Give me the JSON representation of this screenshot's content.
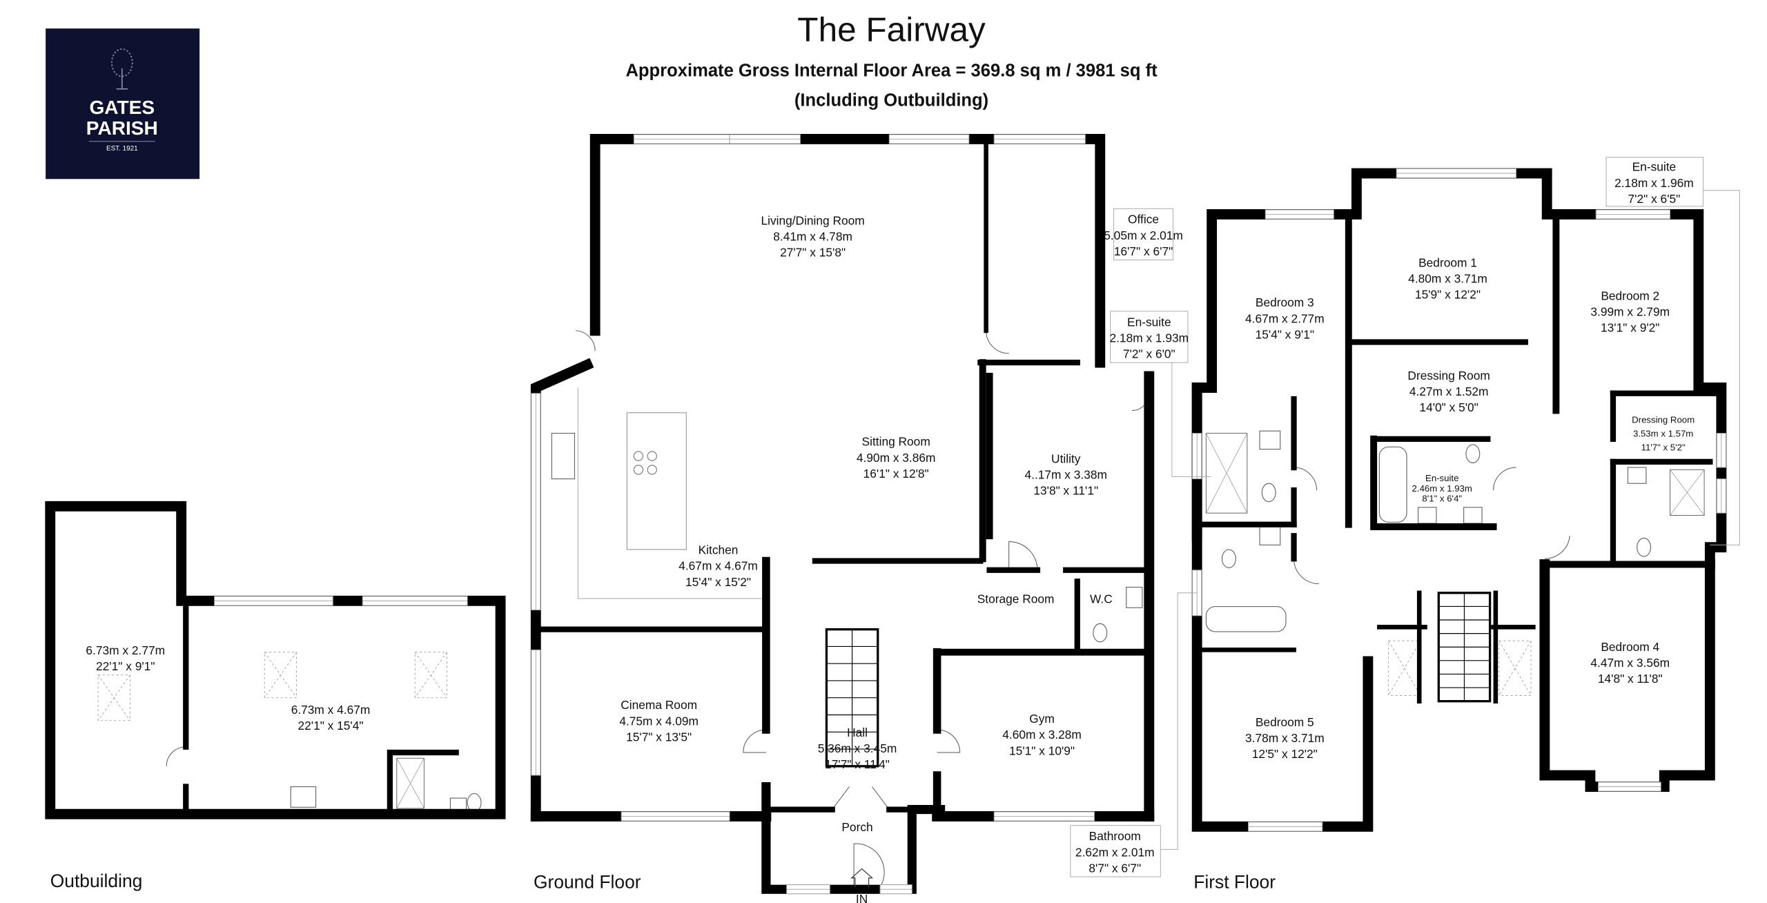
{
  "header": {
    "title": "The Fairway",
    "area": "Approximate Gross Internal Floor Area  = 369.8 sq m  / 3981 sq ft",
    "note": "(Including Outbuilding)"
  },
  "logo": {
    "line1": "GATES",
    "line2": "PARISH",
    "est": "EST. 1921",
    "bg_color": "#0e1230"
  },
  "floors": {
    "outbuilding": "Outbuilding",
    "ground": "Ground Floor",
    "first": "First Floor"
  },
  "entrance": "IN",
  "outbuilding_rooms": [
    {
      "dims_m": "6.73m x 2.77m",
      "dims_ft": "22'1\" x 9'1\""
    },
    {
      "dims_m": "6.73m x 4.67m",
      "dims_ft": "22'1\" x 15'4\""
    }
  ],
  "ground_rooms": {
    "living": {
      "name": "Living/Dining Room",
      "dims_m": "8.41m x 4.78m",
      "dims_ft": "27'7\" x 15'8\""
    },
    "sitting": {
      "name": "Sitting Room",
      "dims_m": "4.90m x 3.86m",
      "dims_ft": "16'1\" x 12'8\""
    },
    "kitchen": {
      "name": "Kitchen",
      "dims_m": "4.67m x 4.67m",
      "dims_ft": "15'4\" x 15'2\""
    },
    "utility": {
      "name": "Utility",
      "dims_m": "4..17m x 3.38m",
      "dims_ft": "13'8\" x 11'1\""
    },
    "storage": {
      "name": "Storage Room"
    },
    "wc": {
      "name": "W.C"
    },
    "cinema": {
      "name": "Cinema Room",
      "dims_m": "4.75m x 4.09m",
      "dims_ft": "15'7\" x 13'5\""
    },
    "hall": {
      "name": "Hall",
      "dims_m": "5.36m x 3.45m",
      "dims_ft": "17'7\" x 11'4\""
    },
    "gym": {
      "name": "Gym",
      "dims_m": "4.60m x 3.28m",
      "dims_ft": "15'1\" x 10'9\""
    },
    "porch": {
      "name": "Porch"
    }
  },
  "callouts": {
    "office": {
      "name": "Office",
      "dims_m": "5.05m x 2.01m",
      "dims_ft": "16'7\" x 6'7\""
    },
    "ensuite_a": {
      "name": "En-suite",
      "dims_m": "2.18m x 1.93m",
      "dims_ft": "7'2\" x 6'0\""
    },
    "bathroom": {
      "name": "Bathroom",
      "dims_m": "2.62m x 2.01m",
      "dims_ft": "8'7\" x 6'7\""
    },
    "ensuite_b": {
      "name": "En-suite",
      "dims_m": "2.18m x 1.96m",
      "dims_ft": "7'2\" x 6'5\""
    }
  },
  "first_rooms": {
    "bed1": {
      "name": "Bedroom 1",
      "dims_m": "4.80m x 3.71m",
      "dims_ft": "15'9\" x 12'2\""
    },
    "bed2": {
      "name": "Bedroom 2",
      "dims_m": "3.99m x 2.79m",
      "dims_ft": "13'1\" x 9'2\""
    },
    "bed3": {
      "name": "Bedroom 3",
      "dims_m": "4.67m x 2.77m",
      "dims_ft": "15'4\" x 9'1\""
    },
    "dressing1": {
      "name": "Dressing Room",
      "dims_m": "4.27m x 1.52m",
      "dims_ft": "14'0\" x 5'0\""
    },
    "ensuite_c": {
      "name": "En-suite",
      "dims_m": "2.46m x 1.93m",
      "dims_ft": "8'1\" x 6'4\""
    },
    "dressing2": {
      "name": "Dressing Room",
      "dims_m": "3.53m x 1.57m",
      "dims_ft": "11'7\" x 5'2\""
    },
    "bed4": {
      "name": "Bedroom 4",
      "dims_m": "4.47m x 3.56m",
      "dims_ft": "14'8\" x 11'8\""
    },
    "bed5": {
      "name": "Bedroom 5",
      "dims_m": "3.78m x 3.71m",
      "dims_ft": "12'5\" x 12'2\""
    }
  }
}
